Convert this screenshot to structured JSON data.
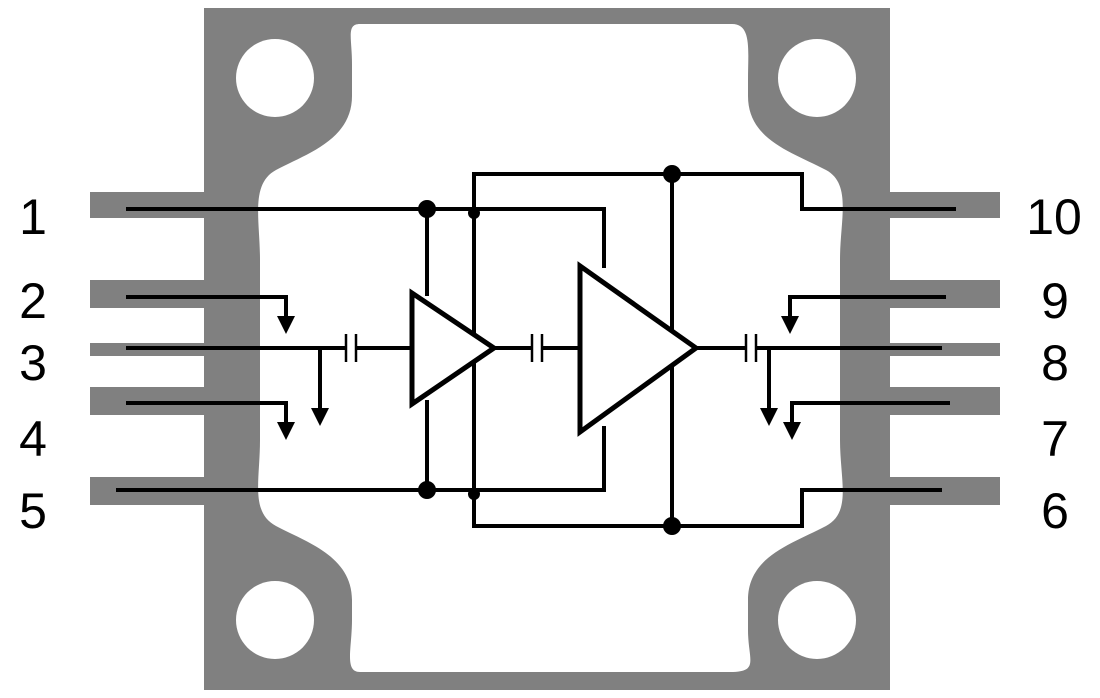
{
  "colors": {
    "package": "#808080",
    "cavity": "#ffffff",
    "wire": "#000000"
  },
  "pins": [
    {
      "number": "1",
      "side": "left"
    },
    {
      "number": "2",
      "side": "left"
    },
    {
      "number": "3",
      "side": "left"
    },
    {
      "number": "4",
      "side": "left"
    },
    {
      "number": "5",
      "side": "left"
    },
    {
      "number": "6",
      "side": "right"
    },
    {
      "number": "7",
      "side": "right"
    },
    {
      "number": "8",
      "side": "right"
    },
    {
      "number": "9",
      "side": "right"
    },
    {
      "number": "10",
      "side": "right"
    }
  ],
  "components": {
    "amplifier_stages": 2,
    "dc_blocking_capacitors": 3,
    "mounting_holes": 4
  }
}
